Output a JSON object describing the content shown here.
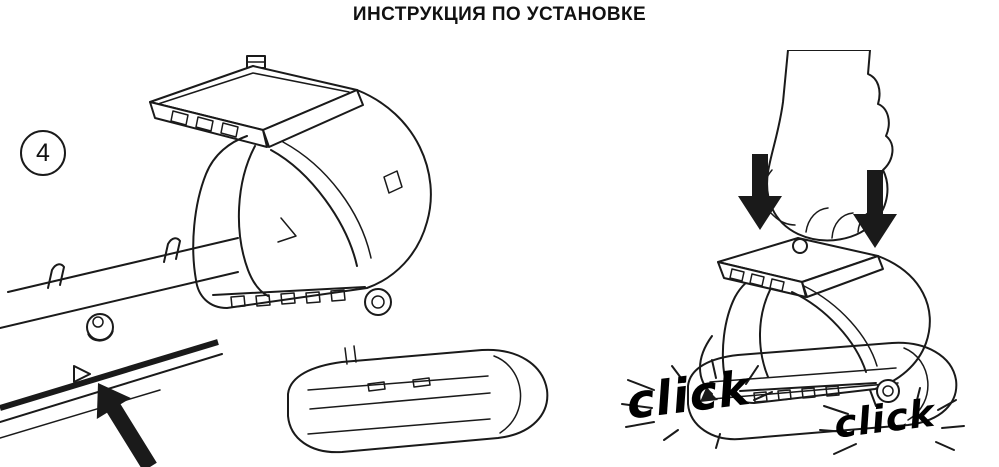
{
  "title": "ИНСТРУКЦИЯ ПО УСТАНОВКЕ",
  "step": {
    "number": "4"
  },
  "annotations": {
    "click_left": "click",
    "click_right": "click"
  },
  "colors": {
    "ink": "#1a1a1a",
    "background": "#ffffff"
  }
}
